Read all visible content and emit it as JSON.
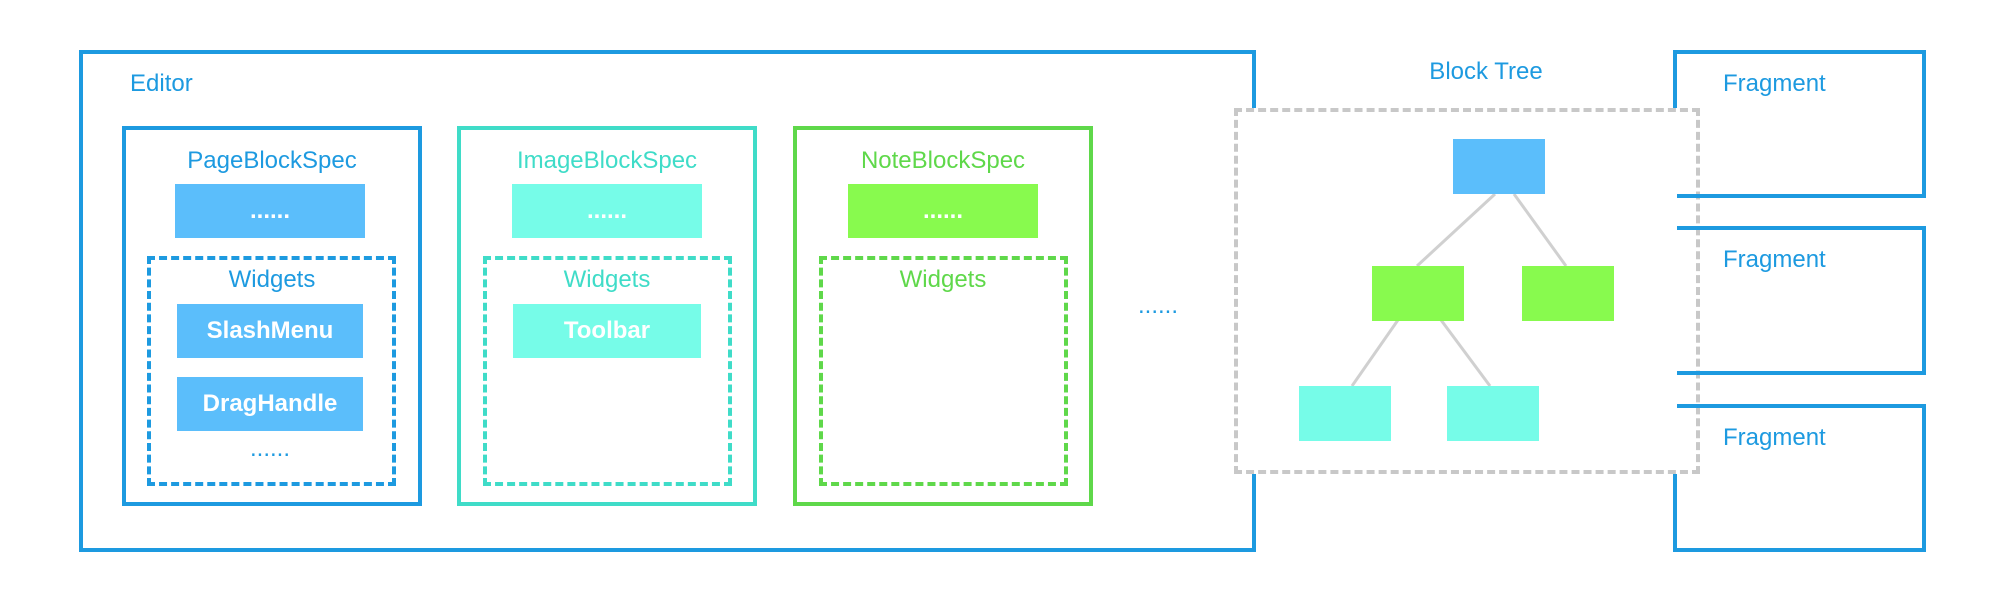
{
  "colors": {
    "blue": "#1d9ae0",
    "teal": "#3fdcc8",
    "green": "#5fd84a",
    "block_blue": "#5bbefb",
    "block_teal": "#76fce8",
    "block_green": "#88fa4e",
    "gray_dash": "#c8c8c8"
  },
  "editor": {
    "title": "Editor",
    "specs": [
      {
        "title": "PageBlockSpec",
        "block_text": "......",
        "widgets_title": "Widgets",
        "widgets": [
          "SlashMenu",
          "DragHandle"
        ],
        "more": "......"
      },
      {
        "title": "ImageBlockSpec",
        "block_text": "......",
        "widgets_title": "Widgets",
        "widgets": [
          "Toolbar"
        ]
      },
      {
        "title": "NoteBlockSpec",
        "block_text": "......",
        "widgets_title": "Widgets",
        "widgets": []
      }
    ]
  },
  "between_dots": "......",
  "block_tree": {
    "title": "Block Tree"
  },
  "fragments": [
    "Fragment",
    "Fragment",
    "Fragment"
  ]
}
